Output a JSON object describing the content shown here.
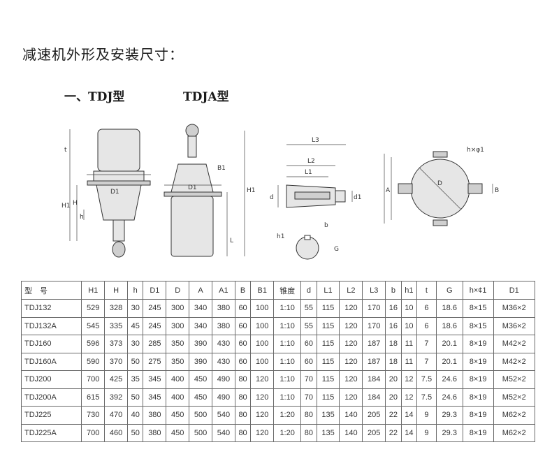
{
  "page": {
    "title": "减速机外形及安装尺寸：",
    "subtitle_tdj": "一、TDJ型",
    "subtitle_tdja": "TDJA型"
  },
  "drawing_labels": {
    "front": {
      "D1": "D1",
      "H": "H",
      "H1": "H1",
      "h": "h",
      "t": "t"
    },
    "side": {
      "D1": "D1",
      "H1": "H1",
      "B1": "B1",
      "L": "L"
    },
    "shaft": {
      "L3": "L3",
      "L2": "L2",
      "L1": "L1",
      "d": "d",
      "d1": "d1",
      "h1": "h1",
      "b": "b",
      "G": "G"
    },
    "flange": {
      "hxphi1": "h×φ1",
      "D": "D",
      "A": "A",
      "B": "B"
    }
  },
  "table": {
    "headers": [
      "型　号",
      "H1",
      "H",
      "h",
      "D1",
      "D",
      "A",
      "A1",
      "B",
      "B1",
      "锥度",
      "d",
      "L1",
      "L2",
      "L3",
      "b",
      "h1",
      "t",
      "G",
      "h×¢1",
      "D1"
    ],
    "rows": [
      [
        "TDJ132",
        "529",
        "328",
        "30",
        "245",
        "300",
        "340",
        "380",
        "60",
        "100",
        "1:10",
        "55",
        "115",
        "120",
        "170",
        "16",
        "10",
        "6",
        "18.6",
        "8×15",
        "M36×2"
      ],
      [
        "TDJ132A",
        "545",
        "335",
        "45",
        "245",
        "300",
        "340",
        "380",
        "60",
        "100",
        "1:10",
        "55",
        "115",
        "120",
        "170",
        "16",
        "10",
        "6",
        "18.6",
        "8×15",
        "M36×2"
      ],
      [
        "TDJ160",
        "596",
        "373",
        "30",
        "285",
        "350",
        "390",
        "430",
        "60",
        "100",
        "1:10",
        "60",
        "115",
        "120",
        "187",
        "18",
        "11",
        "7",
        "20.1",
        "8×19",
        "M42×2"
      ],
      [
        "TDJ160A",
        "590",
        "370",
        "50",
        "275",
        "350",
        "390",
        "430",
        "60",
        "100",
        "1:10",
        "60",
        "115",
        "120",
        "187",
        "18",
        "11",
        "7",
        "20.1",
        "8×19",
        "M42×2"
      ],
      [
        "TDJ200",
        "700",
        "425",
        "35",
        "345",
        "400",
        "450",
        "490",
        "80",
        "120",
        "1:10",
        "70",
        "115",
        "120",
        "184",
        "20",
        "12",
        "7.5",
        "24.6",
        "8×19",
        "M52×2"
      ],
      [
        "TDJ200A",
        "615",
        "392",
        "50",
        "345",
        "400",
        "450",
        "490",
        "80",
        "120",
        "1:10",
        "70",
        "115",
        "120",
        "184",
        "20",
        "12",
        "7.5",
        "24.6",
        "8×19",
        "M52×2"
      ],
      [
        "TDJ225",
        "730",
        "470",
        "40",
        "380",
        "450",
        "500",
        "540",
        "80",
        "120",
        "1:20",
        "80",
        "135",
        "140",
        "205",
        "22",
        "14",
        "9",
        "29.3",
        "8×19",
        "M62×2"
      ],
      [
        "TDJ225A",
        "700",
        "460",
        "50",
        "380",
        "450",
        "500",
        "540",
        "80",
        "120",
        "1:20",
        "80",
        "135",
        "140",
        "205",
        "22",
        "14",
        "9",
        "29.3",
        "8×19",
        "M62×2"
      ]
    ]
  }
}
